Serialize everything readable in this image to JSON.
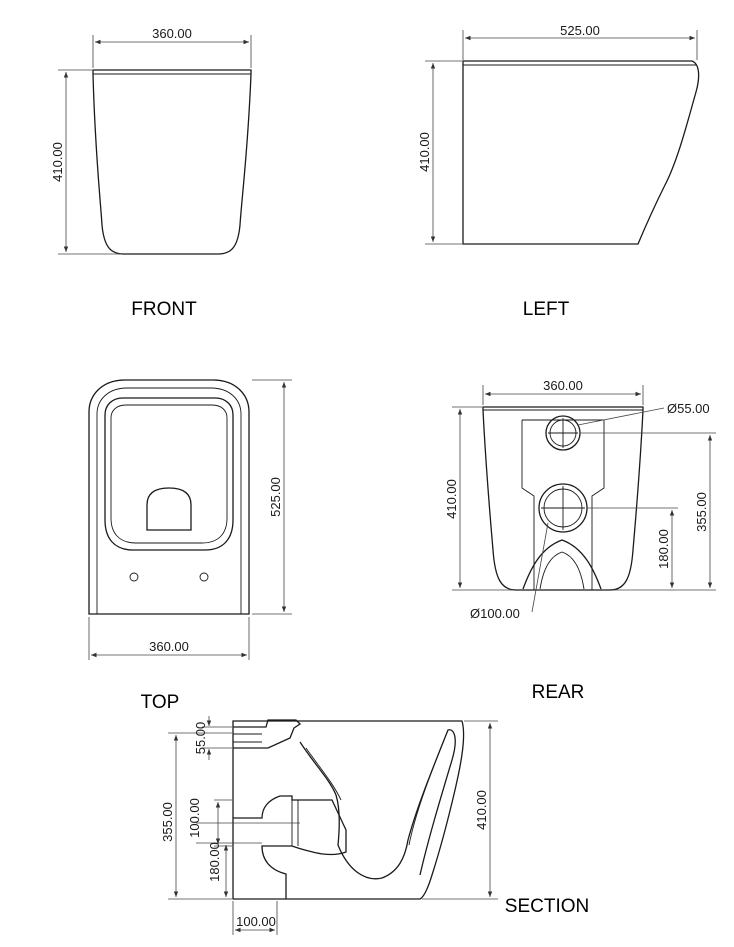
{
  "front": {
    "label": "FRONT",
    "width_dim": "360.00",
    "height_dim": "410.00"
  },
  "left": {
    "label": "LEFT",
    "width_dim": "525.00",
    "height_dim": "410.00"
  },
  "top": {
    "label": "TOP",
    "width_dim": "360.00",
    "depth_dim": "525.00"
  },
  "rear": {
    "label": "REAR",
    "width_dim": "360.00",
    "height_dim": "410.00",
    "upper_outlet_dim": "Ø55.00",
    "lower_outlet_dim": "Ø100.00",
    "upper_outlet_height": "355.00",
    "lower_outlet_height": "180.00"
  },
  "section": {
    "label": "SECTION",
    "height_dim": "410.00",
    "upper_outlet_height": "355.00",
    "upper_outlet_dia": "55.00",
    "lower_outlet_dia": "100.00",
    "lower_outlet_height": "180.00",
    "lower_outlet_offset": "100.00"
  }
}
